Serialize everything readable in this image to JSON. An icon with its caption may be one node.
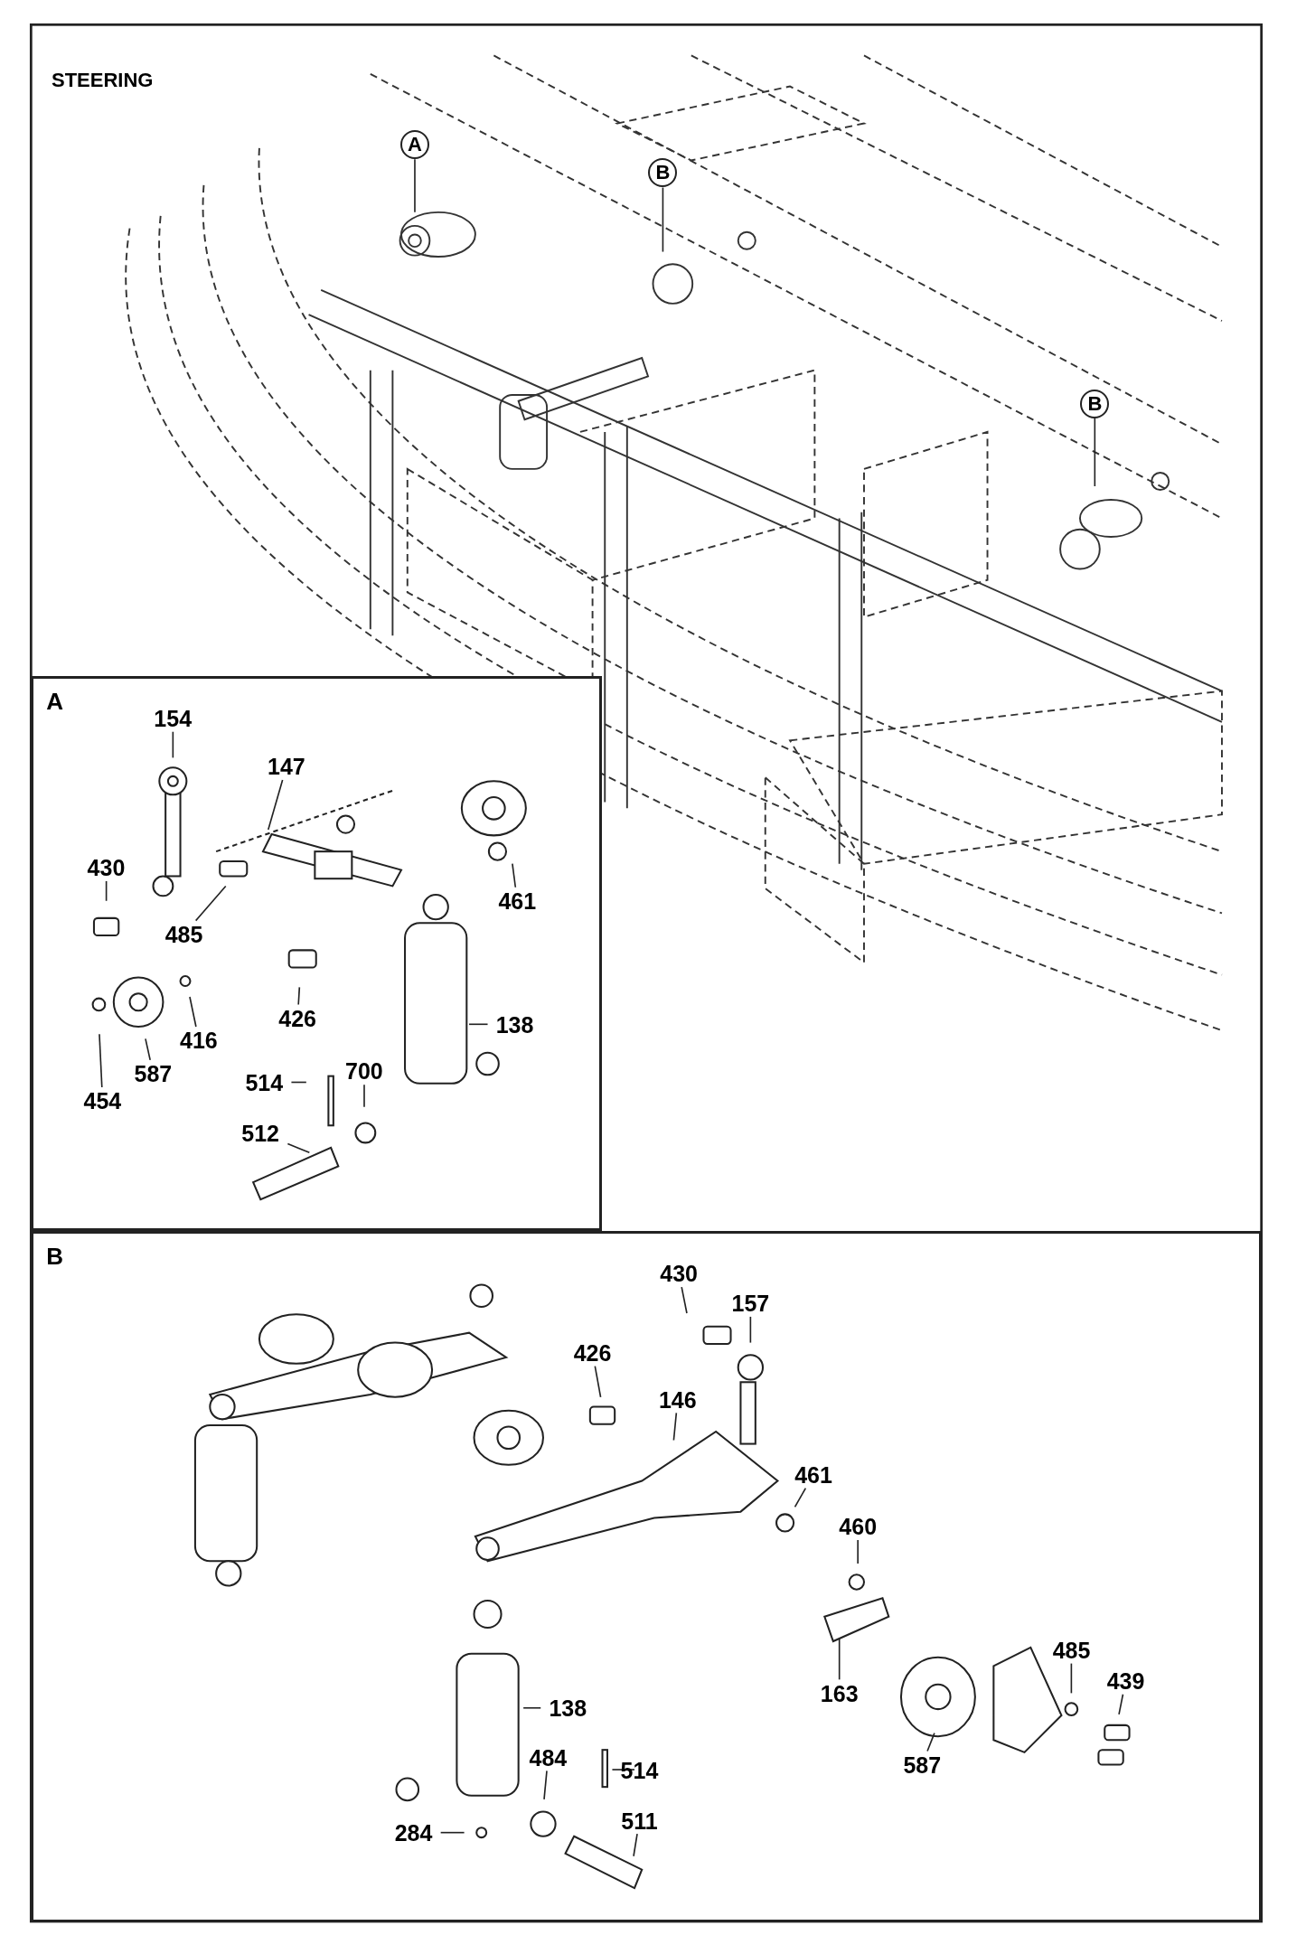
{
  "diagram": {
    "title": "STEERING",
    "nodes": [
      {
        "text": [
          "A"
        ]
      },
      {
        "text": [
          "B"
        ]
      },
      {
        "text": [
          "A"
        ]
      },
      {
        "text": [
          "B"
        ]
      },
      {
        "text": [
          "B"
        ]
      },
      {
        "text": [
          "154"
        ],
        "in": 0
      },
      {
        "text": [
          "147"
        ],
        "in": 0
      },
      {
        "text": [
          "430"
        ],
        "in": 0
      },
      {
        "text": [
          "461"
        ],
        "in": 0
      },
      {
        "text": [
          "485"
        ],
        "in": 0
      },
      {
        "text": [
          "426"
        ],
        "in": 0
      },
      {
        "text": [
          "416"
        ],
        "in": 0
      },
      {
        "text": [
          "138"
        ],
        "in": 0
      },
      {
        "text": [
          "454"
        ],
        "in": 0
      },
      {
        "text": [
          "587"
        ],
        "in": 0
      },
      {
        "text": [
          "514"
        ],
        "in": 0
      },
      {
        "text": [
          "700"
        ],
        "in": 0
      },
      {
        "text": [
          "512"
        ],
        "in": 0
      },
      {
        "text": [
          "430"
        ],
        "in": 1
      },
      {
        "text": [
          "157"
        ],
        "in": 1
      },
      {
        "text": [
          "426"
        ],
        "in": 1
      },
      {
        "text": [
          "146"
        ],
        "in": 1
      },
      {
        "text": [
          "461"
        ],
        "in": 1
      },
      {
        "text": [
          "460"
        ],
        "in": 1
      },
      {
        "text": [
          "163"
        ],
        "in": 1
      },
      {
        "text": [
          "485"
        ],
        "in": 1
      },
      {
        "text": [
          "439"
        ],
        "in": 1
      },
      {
        "text": [
          "138"
        ],
        "in": 1
      },
      {
        "text": [
          "587"
        ],
        "in": 1
      },
      {
        "text": [
          "484"
        ],
        "in": 1
      },
      {
        "text": [
          "514"
        ],
        "in": 1
      },
      {
        "text": [
          "284"
        ],
        "in": 1
      },
      {
        "text": [
          "511"
        ],
        "in": 1
      }
    ],
    "edges": [
      {
        "from": 2,
        "to": null,
        "arrow": "none"
      },
      {
        "from": 3,
        "to": null,
        "arrow": "none"
      },
      {
        "from": 4,
        "to": null,
        "arrow": "none"
      },
      {
        "from": 5,
        "to": null,
        "arrow": "none"
      },
      {
        "from": 6,
        "to": null,
        "arrow": "none"
      },
      {
        "from": 7,
        "to": null,
        "arrow": "none"
      },
      {
        "from": 8,
        "to": null,
        "arrow": "none"
      },
      {
        "from": 9,
        "to": null,
        "arrow": "none"
      },
      {
        "from": 10,
        "to": null,
        "arrow": "none"
      },
      {
        "from": 11,
        "to": null,
        "arrow": "none"
      },
      {
        "from": 12,
        "to": null,
        "arrow": "none"
      },
      {
        "from": 13,
        "to": null,
        "arrow": "none"
      },
      {
        "from": 14,
        "to": null,
        "arrow": "none"
      },
      {
        "from": 15,
        "to": null,
        "arrow": "none"
      },
      {
        "from": 16,
        "to": null,
        "arrow": "none"
      },
      {
        "from": 17,
        "to": null,
        "arrow": "none"
      },
      {
        "from": 18,
        "to": null,
        "arrow": "none"
      },
      {
        "from": 19,
        "to": null,
        "arrow": "none"
      },
      {
        "from": 20,
        "to": null,
        "arrow": "none"
      },
      {
        "from": 21,
        "to": null,
        "arrow": "none"
      },
      {
        "from": 22,
        "to": null,
        "arrow": "none"
      },
      {
        "from": 23,
        "to": null,
        "arrow": "none"
      },
      {
        "from": 24,
        "to": null,
        "arrow": "none"
      },
      {
        "from": 25,
        "to": null,
        "arrow": "none"
      },
      {
        "from": 26,
        "to": null,
        "arrow": "none"
      },
      {
        "from": 27,
        "to": null,
        "arrow": "none"
      },
      {
        "from": 28,
        "to": null,
        "arrow": "none"
      },
      {
        "from": 29,
        "to": null,
        "arrow": "none"
      },
      {
        "from": 30,
        "to": null,
        "arrow": "none"
      },
      {
        "from": 31,
        "to": null,
        "arrow": "none"
      },
      {
        "from": 32,
        "to": null,
        "arrow": "none"
      }
    ]
  }
}
